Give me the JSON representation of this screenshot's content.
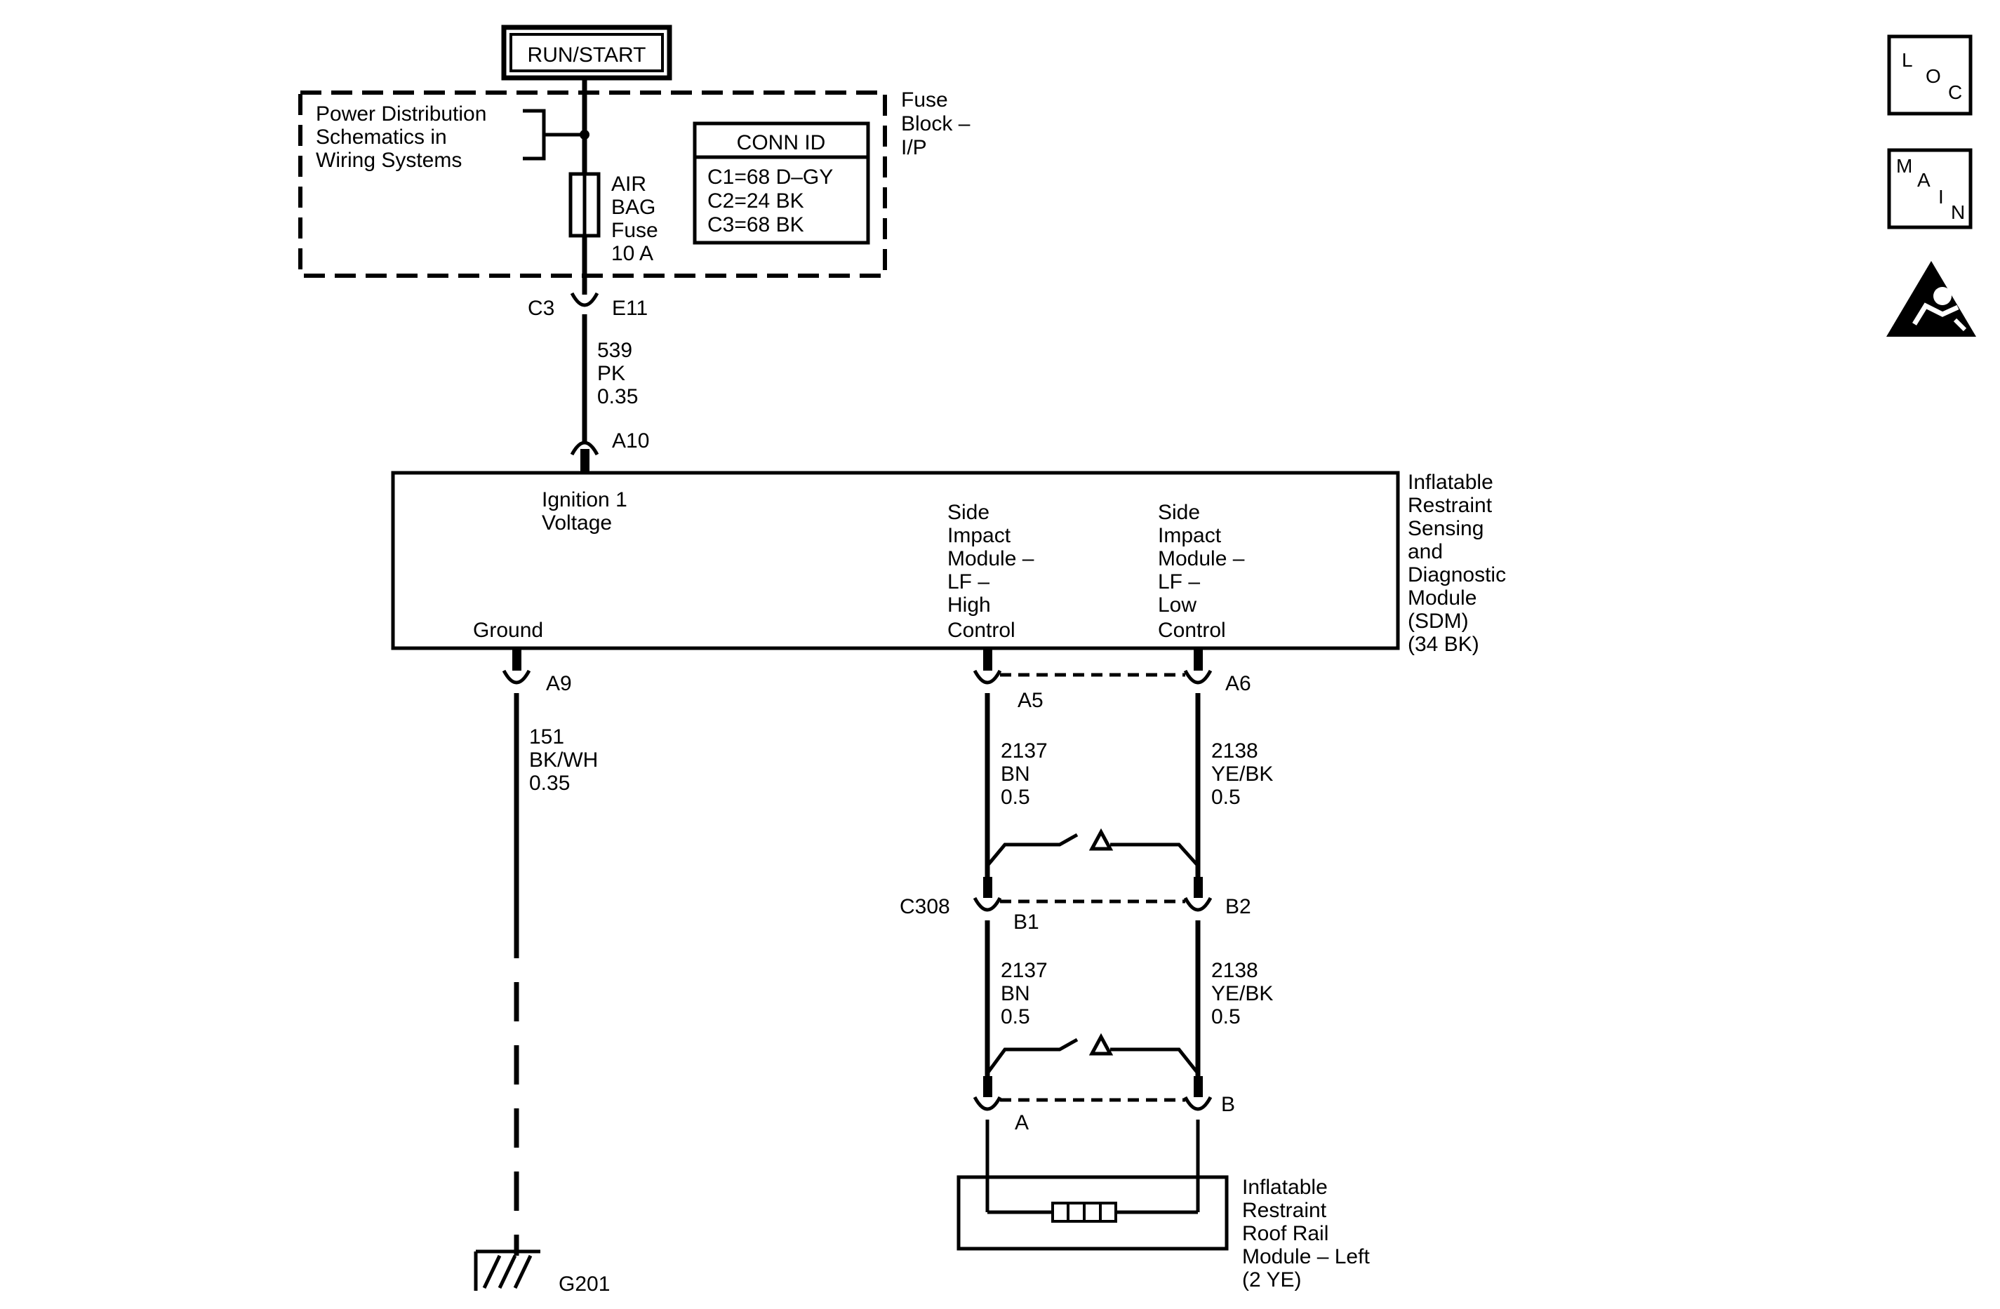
{
  "power_source": {
    "label": "RUN/START"
  },
  "fuse_block": {
    "name_lines": [
      "Fuse",
      "Block –",
      "I/P"
    ],
    "ref_lines": [
      "Power Distribution",
      "Schematics in",
      "Wiring Systems"
    ],
    "fuse_lines": [
      "AIR",
      "BAG",
      "Fuse",
      "10 A"
    ],
    "conn_id": {
      "title": "CONN ID",
      "rows": [
        "C1=68 D–GY",
        "C2=24 BK",
        "C3=68 BK"
      ]
    }
  },
  "connectors": {
    "c3": "C3",
    "e11": "E11",
    "a10": "A10",
    "a9": "A9",
    "a5": "A5",
    "a6": "A6",
    "c308": "C308",
    "b1": "B1",
    "b2": "B2",
    "a": "A",
    "b": "B"
  },
  "wires": {
    "w539": [
      "539",
      "PK",
      "0.35"
    ],
    "w151": [
      "151",
      "BK/WH",
      "0.35"
    ],
    "w2137_upper": [
      "2137",
      "BN",
      "0.5"
    ],
    "w2138_upper": [
      "2138",
      "YE/BK",
      "0.5"
    ],
    "w2137_lower": [
      "2137",
      "BN",
      "0.5"
    ],
    "w2138_lower": [
      "2138",
      "YE/BK",
      "0.5"
    ]
  },
  "sdm": {
    "name_lines": [
      "Inflatable",
      "Restraint",
      "Sensing",
      "and",
      "Diagnostic",
      "Module",
      "(SDM)",
      "(34 BK)"
    ],
    "ignition_lines": [
      "Ignition 1",
      "Voltage"
    ],
    "ground_label": "Ground",
    "high_lines": [
      "Side",
      "Impact",
      "Module –",
      "LF –",
      "High",
      "Control"
    ],
    "low_lines": [
      "Side",
      "Impact",
      "Module –",
      "LF –",
      "Low",
      "Control"
    ]
  },
  "ground": {
    "label": "G201"
  },
  "roof_rail_module": {
    "name_lines": [
      "Inflatable",
      "Restraint",
      "Roof Rail",
      "Module – Left",
      "(2 YE)"
    ]
  },
  "nav_icons": {
    "loc": [
      "L",
      "O",
      "C"
    ],
    "main": [
      "M",
      "A",
      "I",
      "N"
    ],
    "warning": "airbag-warning-icon"
  }
}
